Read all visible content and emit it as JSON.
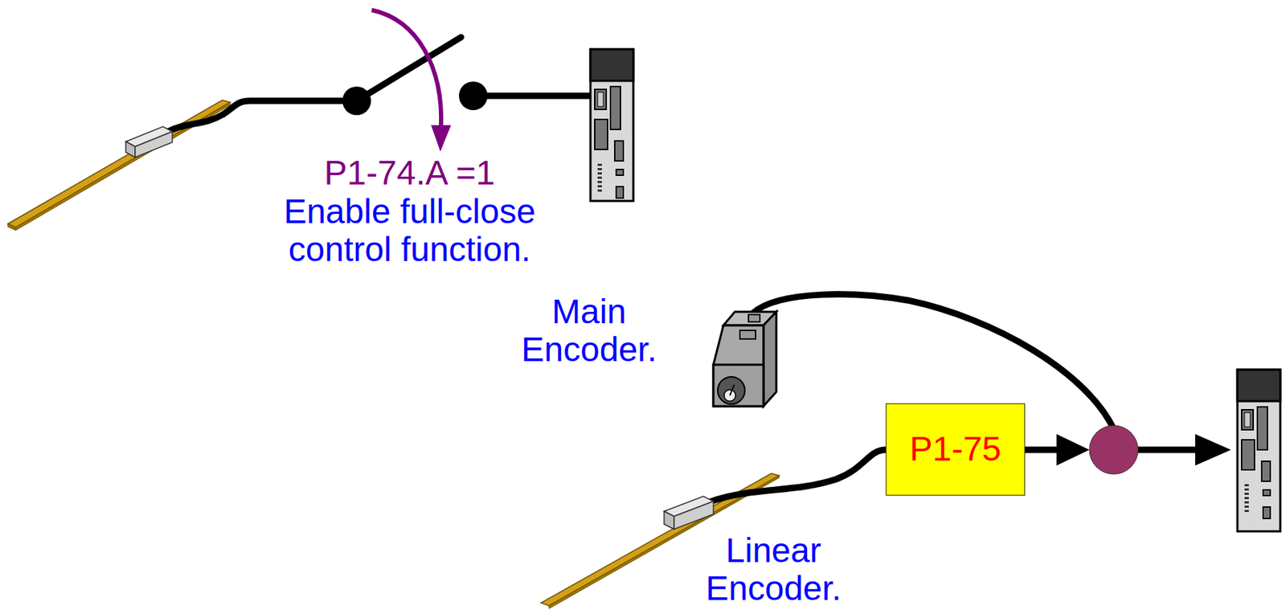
{
  "diagram": {
    "nodes": [
      {
        "text": [
          "P1-75"
        ]
      }
    ],
    "labels": [
      "P1-74.A =1",
      "Enable full-close control function.",
      "Main Encoder.",
      "Linear Encoder."
    ]
  }
}
